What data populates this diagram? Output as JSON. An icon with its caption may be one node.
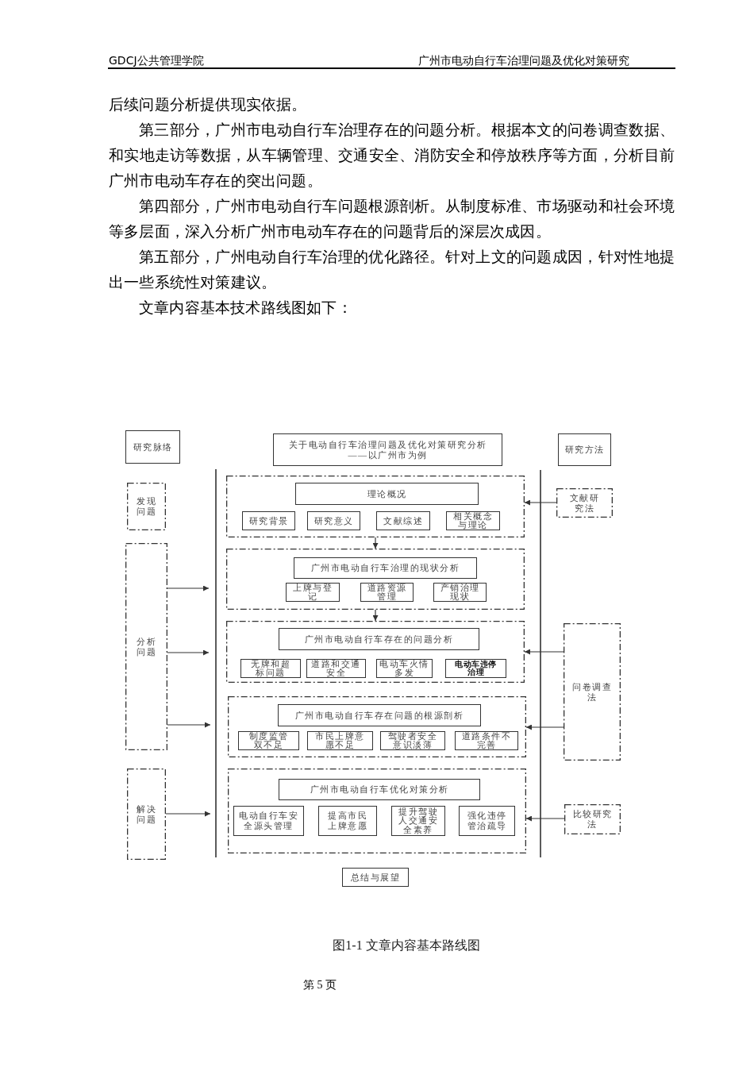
{
  "diagram": {
    "caption": "图1-1 文章内容基本路线图",
    "nodes": [
      {
        "text": [
          "研究脉络"
        ]
      },
      {
        "text": [
          "关于电动自行车治理问题及优化对策研究分析",
          "——以广州市为例"
        ]
      },
      {
        "text": [
          "研究方法"
        ]
      },
      {
        "text": [
          "发现问题"
        ]
      },
      {
        "text": [],
        "shape": "box"
      },
      {
        "text": [
          "理论概况"
        ],
        "in": 4
      },
      {
        "text": [
          "研究背景"
        ],
        "in": 4
      },
      {
        "text": [
          "研究意义"
        ],
        "in": 4
      },
      {
        "text": [
          "文献综述"
        ],
        "in": 4
      },
      {
        "text": [
          "相关概念与理论"
        ],
        "in": 4
      },
      {
        "text": [
          "文献研究法"
        ]
      },
      {
        "text": [
          "分析问题"
        ]
      },
      {
        "text": [],
        "shape": "box"
      },
      {
        "text": [
          "广州市电动自行车治理的现状分析"
        ],
        "in": 12
      },
      {
        "text": [
          "上牌与登记"
        ],
        "in": 12
      },
      {
        "text": [
          "道路资源管理"
        ],
        "in": 12
      },
      {
        "text": [
          "产销治理现状"
        ],
        "in": 12
      },
      {
        "text": [],
        "shape": "box"
      },
      {
        "text": [
          "广州市电动自行车存在的问题分析"
        ],
        "in": 17
      },
      {
        "text": [
          "无牌和超标问题"
        ],
        "in": 17
      },
      {
        "text": [
          "道路和交通安全"
        ],
        "in": 17
      },
      {
        "text": [
          "电动车火情多发"
        ],
        "in": 17
      },
      {
        "text": [
          "电动车违停治理"
        ],
        "in": 17
      },
      {
        "text": [
          "问卷调查法"
        ]
      },
      {
        "text": [],
        "shape": "box"
      },
      {
        "text": [
          "广州市电动自行车存在问题的根源剖析"
        ],
        "in": 24
      },
      {
        "text": [
          "制度监管双不足"
        ],
        "in": 24
      },
      {
        "text": [
          "市民上牌意愿不足"
        ],
        "in": 24
      },
      {
        "text": [
          "驾驶者安全意识淡薄"
        ],
        "in": 24
      },
      {
        "text": [
          "道路条件不完善"
        ],
        "in": 24
      },
      {
        "text": [
          "解决问题"
        ]
      },
      {
        "text": [],
        "shape": "box"
      },
      {
        "text": [
          "广州市电动自行车优化对策分析"
        ],
        "in": 31
      },
      {
        "text": [
          "电动自行车安全源头管理"
        ],
        "in": 31
      },
      {
        "text": [
          "提高市民上牌意愿"
        ],
        "in": 31
      },
      {
        "text": [
          "提升驾驶人交通安全素养"
        ],
        "in": 31
      },
      {
        "text": [
          "强化违停管治疏导"
        ],
        "in": 31
      },
      {
        "text": [
          "比较研究法"
        ]
      },
      {
        "text": [
          "总结与展望"
        ]
      }
    ],
    "edges": [
      {
        "from": 10,
        "to": 4,
        "arrow": "to"
      },
      {
        "from": 4,
        "to": 12,
        "arrow": "to"
      },
      {
        "from": 11,
        "to": 12,
        "arrow": "to"
      },
      {
        "from": 11,
        "to": 17,
        "arrow": "to"
      },
      {
        "from": 12,
        "to": 17,
        "arrow": "to"
      },
      {
        "from": 23,
        "to": 17,
        "arrow": "to"
      },
      {
        "from": 11,
        "to": 24,
        "arrow": "to"
      },
      {
        "from": 23,
        "to": 24,
        "arrow": "to"
      },
      {
        "from": 30,
        "to": 31,
        "arrow": "to"
      },
      {
        "from": 37,
        "to": 31,
        "arrow": "to"
      }
    ],
    "labels": [
      "GDCJ公共管理学院",
      "广州市电动自行车治理问题及优化对策研究",
      "后续问题分析提供现实依据。",
      "第三部分，广州市电动自行车治理存在的问题分析。根据本文的问卷调查数据、和实地走访等数据，从车辆管理、交通安全、消防安全和停放秩序等方面，分析目前广州市电动车存在的突出问题。",
      "第四部分，广州市电动自行车问题根源剖析。从制度标准、市场驱动和社会环境等多层面，深入分析广州市电动车存在的问题背后的深层次成因。",
      "第五部分，广州电动自行车治理的优化路径。针对上文的问题成因，针对性地提出一些系统性对策建议。",
      "文章内容基本技术路线图如下：",
      "第 5 页"
    ]
  }
}
